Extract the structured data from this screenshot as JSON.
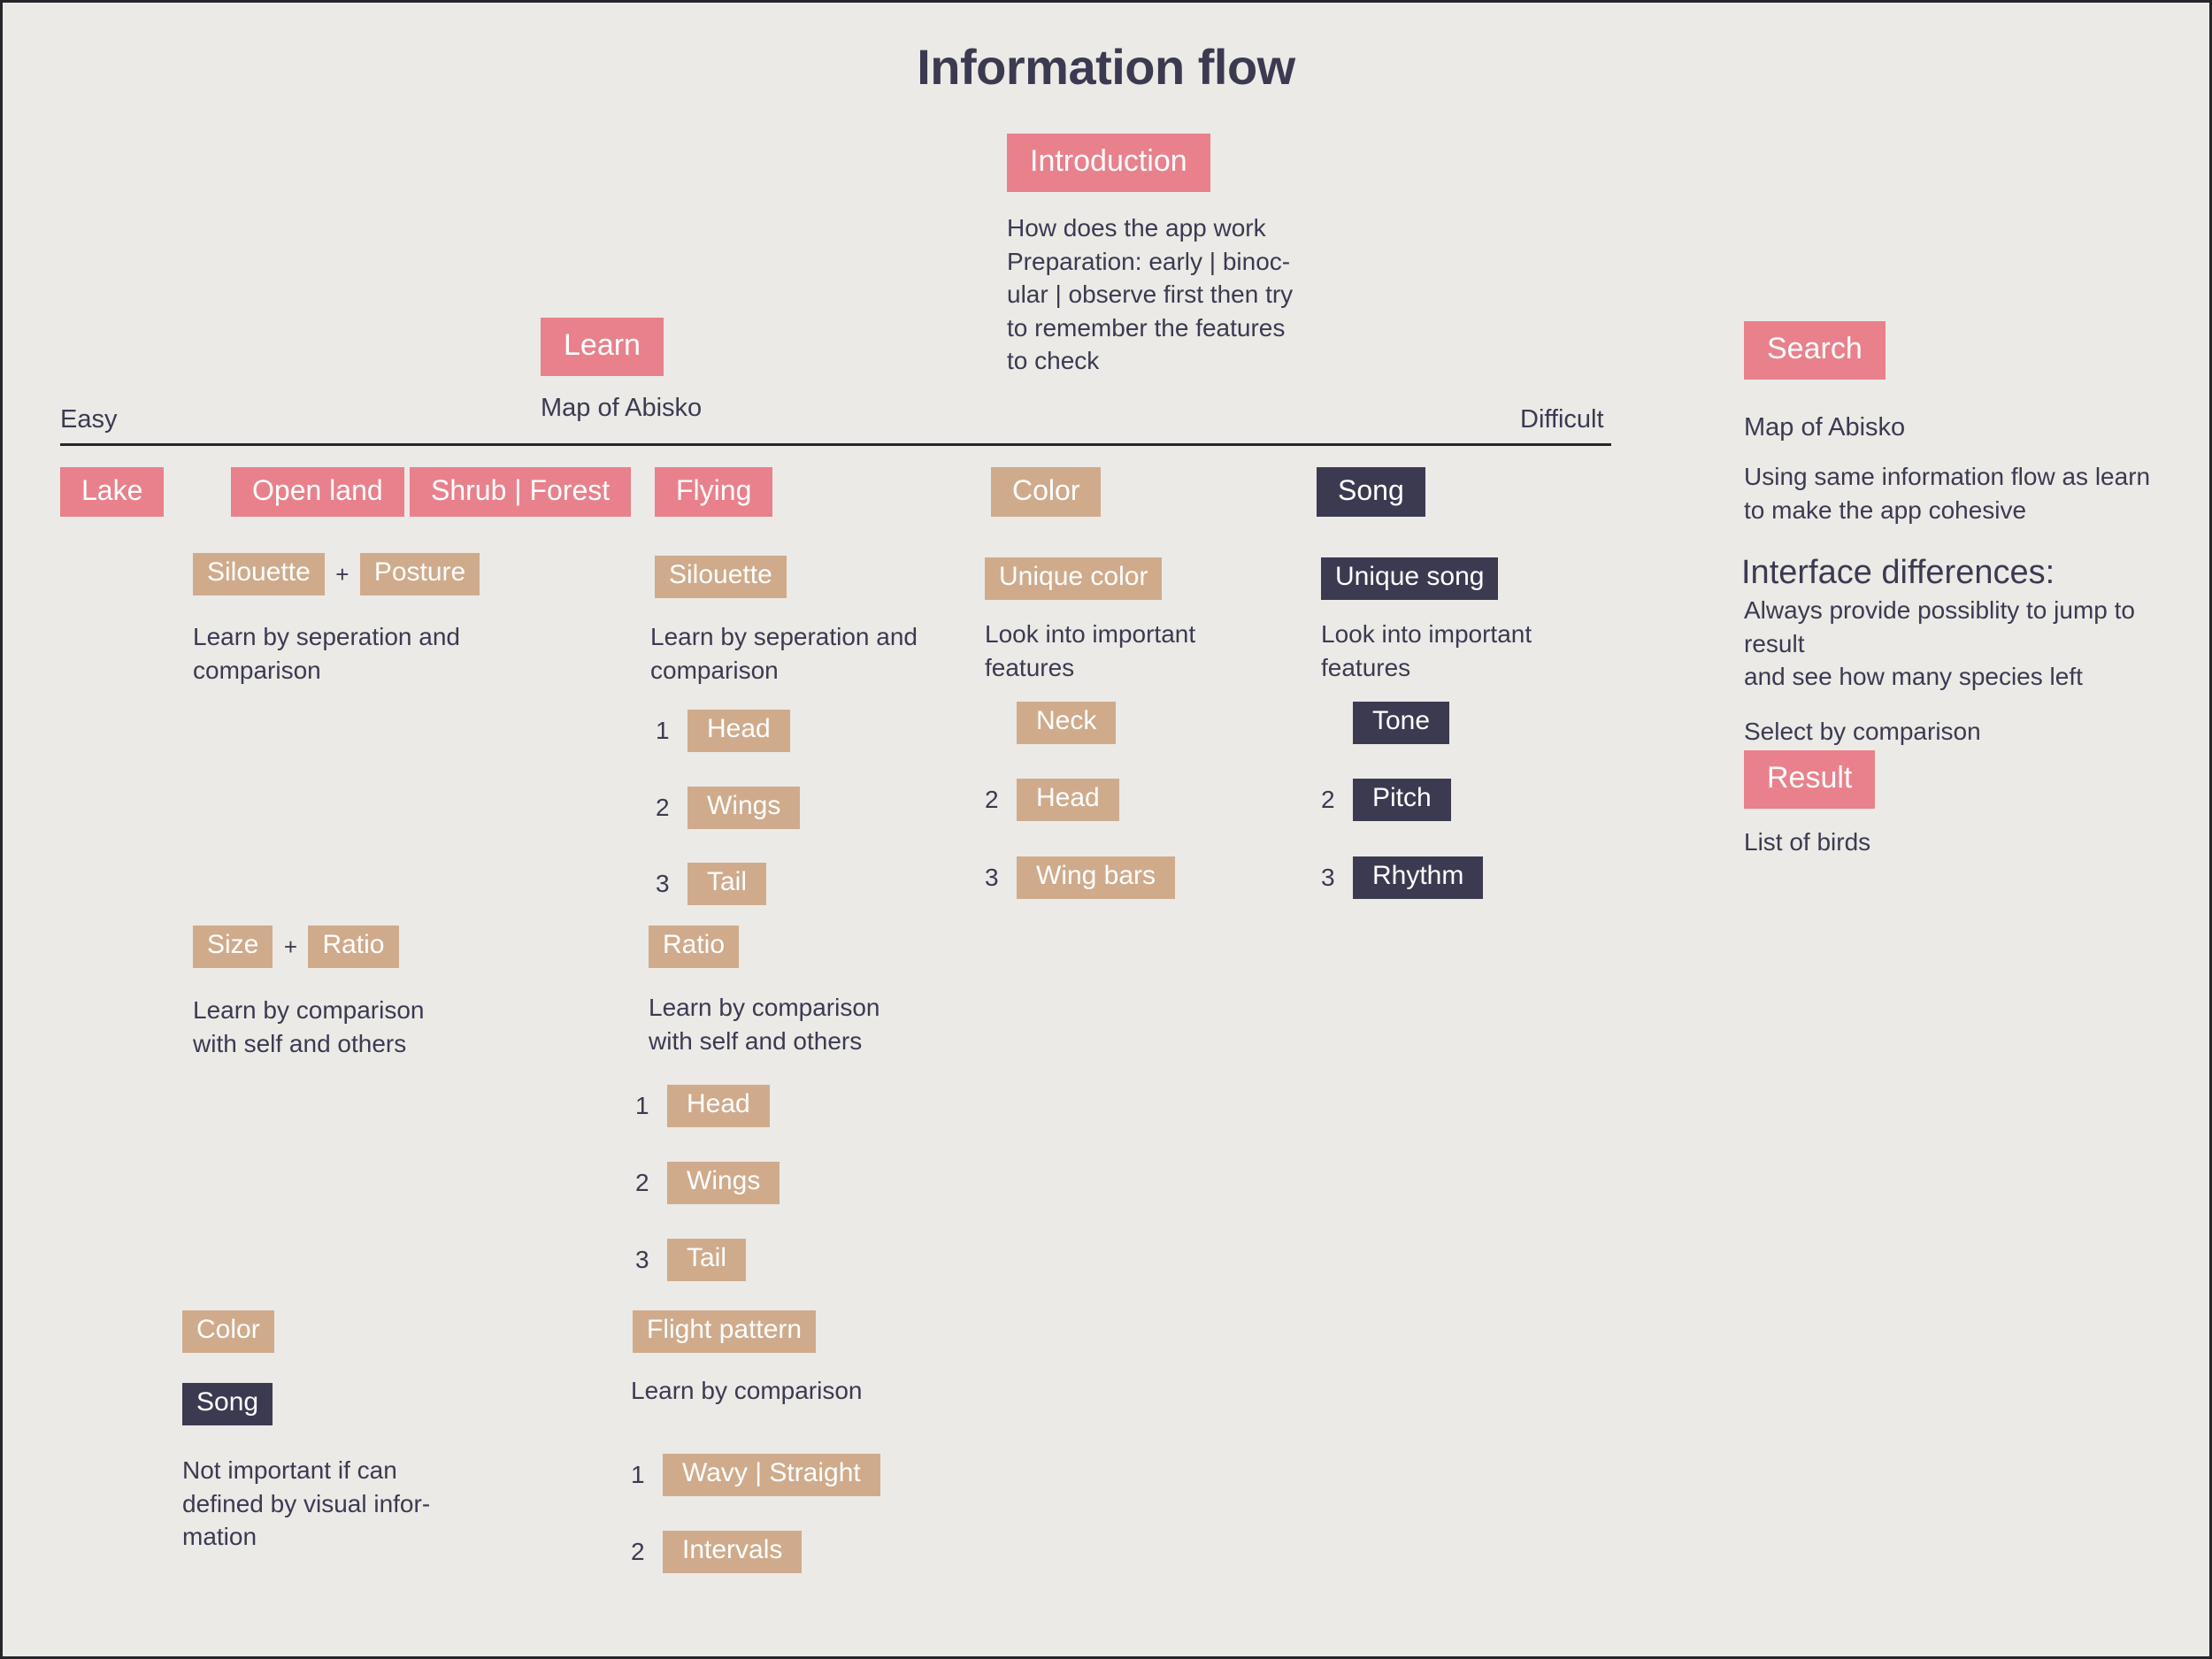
{
  "title": "Information flow",
  "colors": {
    "background": "#ebeae6",
    "pink": "#e8818b",
    "tan": "#cfab8c",
    "navy": "#3c3a51",
    "text": "#3c3a51",
    "rule": "#26262a"
  },
  "introduction": {
    "chip": "Introduction",
    "body": "How does the app work\nPreparation: early | binoc-\nular | observe first then try\nto remember the features\nto check"
  },
  "learn": {
    "chip": "Learn",
    "caption": "Map of Abisko",
    "axis": {
      "easy": "Easy",
      "difficult": "Difficult"
    },
    "columns": {
      "habitat": {
        "chips": [
          "Lake",
          "Open land",
          "Shrub | Forest"
        ],
        "group_a": {
          "chip_left": "Silouette",
          "operator": "+",
          "chip_right": "Posture",
          "body": "Learn by seperation and\ncomparison"
        },
        "group_b": {
          "chip_left": "Size",
          "operator": "+",
          "chip_right": "Ratio",
          "body": "Learn by comparison\nwith self and others"
        },
        "group_c": {
          "chip_tan": "Color",
          "chip_navy": "Song",
          "body": "Not important if can\ndefined by visual infor-\nmation"
        }
      },
      "flying": {
        "chip": "Flying",
        "group_a": {
          "chip": "Silouette",
          "body": "Learn by seperation and\ncomparison",
          "items": [
            {
              "num": "1",
              "label": "Head"
            },
            {
              "num": "2",
              "label": "Wings"
            },
            {
              "num": "3",
              "label": "Tail"
            }
          ]
        },
        "group_b": {
          "chip": "Ratio",
          "body": "Learn by comparison\nwith self and others",
          "items": [
            {
              "num": "1",
              "label": "Head"
            },
            {
              "num": "2",
              "label": "Wings"
            },
            {
              "num": "3",
              "label": "Tail"
            }
          ]
        },
        "group_c": {
          "chip": "Flight pattern",
          "body": "Learn by comparison",
          "items": [
            {
              "num": "1",
              "label": "Wavy | Straight"
            },
            {
              "num": "2",
              "label": "Intervals"
            }
          ]
        }
      },
      "color": {
        "chip": "Color",
        "group_a": {
          "chip": "Unique color",
          "body": "Look into important\nfeatures",
          "items": [
            {
              "num": "",
              "label": "Neck"
            },
            {
              "num": "2",
              "label": "Head"
            },
            {
              "num": "3",
              "label": "Wing bars"
            }
          ]
        }
      },
      "song": {
        "chip": "Song",
        "group_a": {
          "chip": "Unique song",
          "body": "Look into important\nfeatures",
          "items": [
            {
              "num": "",
              "label": "Tone"
            },
            {
              "num": "2",
              "label": "Pitch"
            },
            {
              "num": "3",
              "label": "Rhythm"
            }
          ]
        }
      }
    }
  },
  "search": {
    "chip": "Search",
    "caption": "Map of Abisko",
    "body_1": "Using same information flow as learn\nto make the app cohesive",
    "subhead": "Interface differences:",
    "body_2": "Always provide possiblity to jump to\nresult\nand see how many species left",
    "body_3": "Select by comparison",
    "result_chip": "Result",
    "body_4": "List of birds"
  }
}
